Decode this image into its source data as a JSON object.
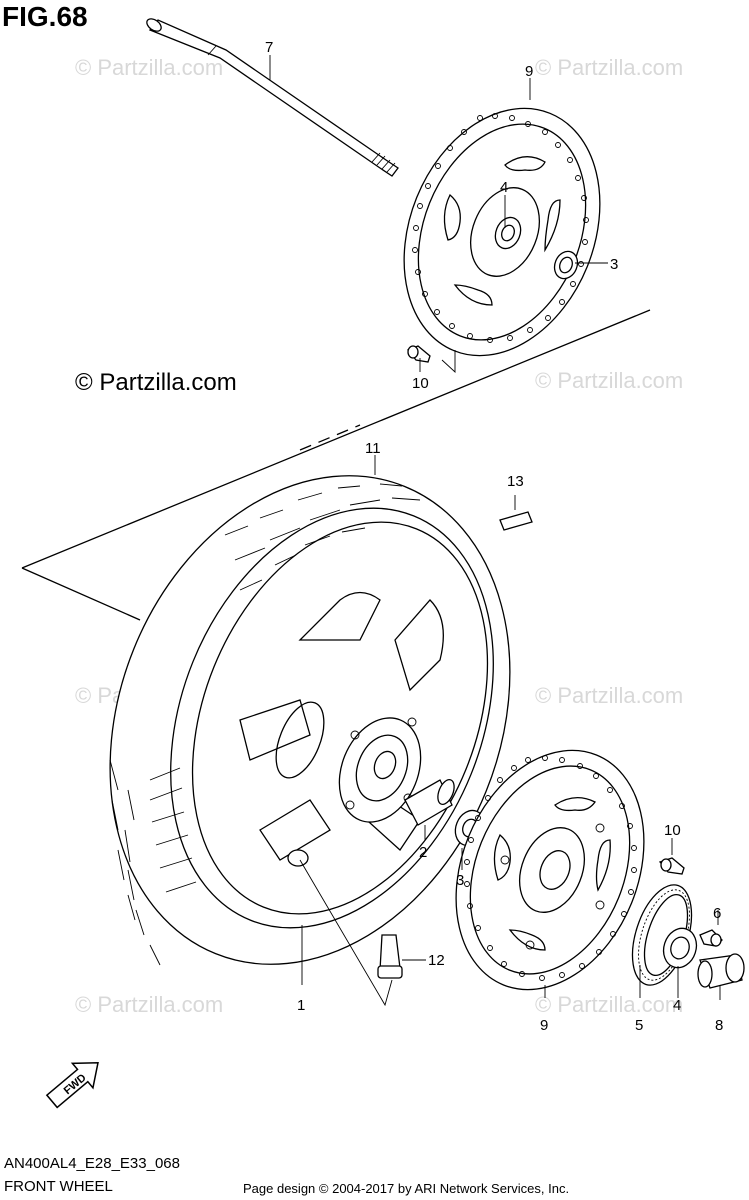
{
  "figure": {
    "title": "FIG.68",
    "copyright": "© Partzilla.com",
    "watermark": "© Partzilla.com",
    "diagram_code": "AN400AL4_E28_E33_068",
    "diagram_name": "FRONT WHEEL",
    "page_credit": "Page design © 2004-2017 by ARI Network Services, Inc.",
    "fwd_label": "FWD"
  },
  "callouts": {
    "c1": "1",
    "c2": "2",
    "c3_top": "3",
    "c3_bottom": "3",
    "c4_top": "4",
    "c4_bottom": "4",
    "c5": "5",
    "c6": "6",
    "c7": "7",
    "c8": "8",
    "c9_top": "9",
    "c9_bottom": "9",
    "c10_top": "10",
    "c10_bottom": "10",
    "c11": "11",
    "c12": "12",
    "c13": "13"
  }
}
